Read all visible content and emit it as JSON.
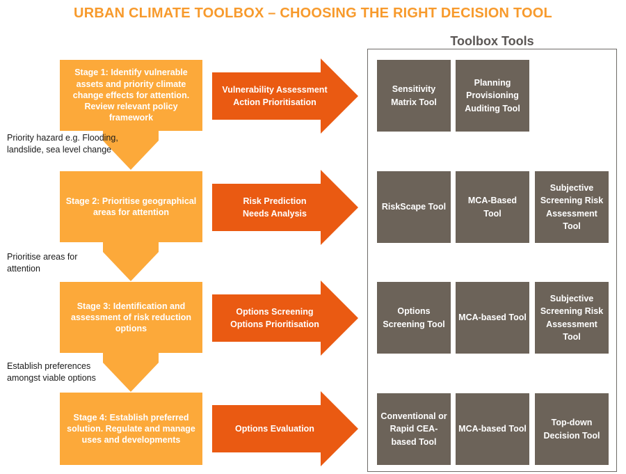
{
  "title": "URBAN CLIMATE TOOLBOX – CHOOSING THE RIGHT DECISION TOOL",
  "toolbox_title": "Toolbox Tools",
  "stages": [
    {
      "label": "Stage 1: Identify vulnerable assets and priority climate change effects for attention. Review relevant policy framework"
    },
    {
      "label": "Stage 2: Prioritise geographical areas for attention"
    },
    {
      "label": "Stage 3: Identification and assessment of risk reduction options"
    },
    {
      "label": "Stage 4: Establish preferred solution.  Regulate and manage uses and developments"
    }
  ],
  "connectors": [
    {
      "label": "Priority hazard e.g. Flooding, landslide, sea level change"
    },
    {
      "label": "Prioritise areas for attention"
    },
    {
      "label": "Establish preferences amongst viable options"
    }
  ],
  "processes": [
    {
      "line1": "Vulnerability Assessment",
      "line2": "Action Prioritisation"
    },
    {
      "line1": "Risk Prediction",
      "line2": "Needs Analysis"
    },
    {
      "line1": "Options Screening",
      "line2": "Options Prioritisation"
    },
    {
      "line1": "Options Evaluation",
      "line2": ""
    }
  ],
  "tools": {
    "row1": [
      "Sensitivity Matrix Tool",
      "Planning Provisioning Auditing Tool"
    ],
    "row2": [
      "RiskScape Tool",
      "MCA-Based Tool",
      "Subjective Screening Risk Assessment Tool"
    ],
    "row3": [
      "Options Screening Tool",
      "MCA-based Tool",
      "Subjective Screening Risk Assessment Tool"
    ],
    "row4": [
      "Conventional or Rapid CEA-based Tool",
      "MCA-based Tool",
      "Top-down Decision Tool"
    ]
  },
  "colors": {
    "title": "#f79a2c",
    "stage": "#fca93a",
    "process_arrow": "#ea5a12",
    "tool_box": "#6c6359",
    "frame": "#6d6a66"
  }
}
